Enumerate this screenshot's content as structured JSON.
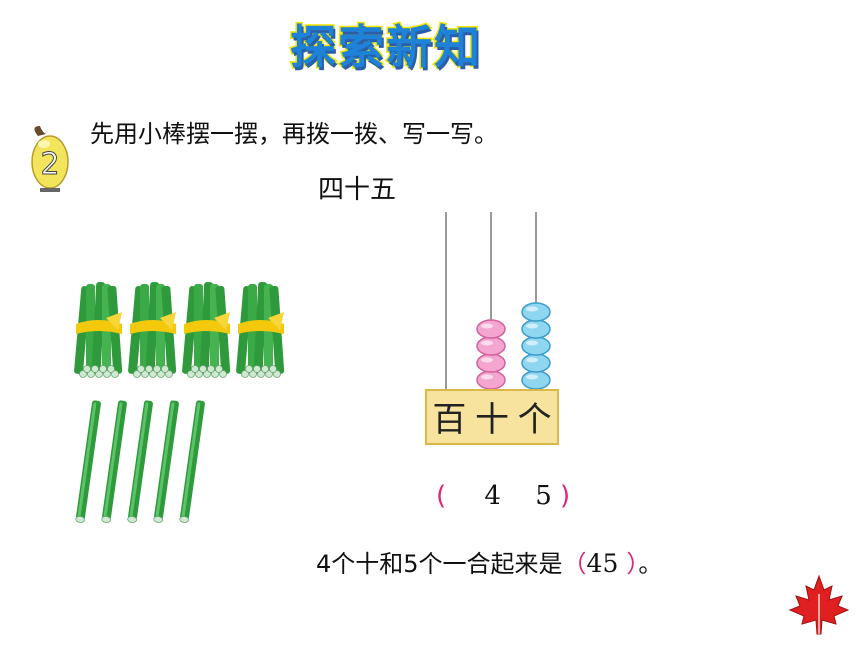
{
  "header": {
    "title": "探索新知"
  },
  "exercise": {
    "number": "2",
    "instruction": "先用小棒摆一摆，再拨一拨、写一写。",
    "number_word": "四十五"
  },
  "abacus": {
    "place_labels": [
      "百",
      "十",
      "个"
    ],
    "beads": {
      "hundreds": 0,
      "tens": 4,
      "ones": 5
    },
    "colors": {
      "tens": "#f4a6d0",
      "ones": "#8fd6f0",
      "frame": "#f7e39e"
    }
  },
  "answer": {
    "open_paren": "(",
    "tens_digit": "4",
    "ones_digit": "5",
    "close_paren": ")"
  },
  "sentence": {
    "prefix": "4个十和5个一合起来是",
    "open_paren": "（",
    "value": "45",
    "close_paren": "）",
    "suffix": "。"
  },
  "sticks": {
    "bundles_of_ten": 4,
    "single_sticks": 5,
    "stick_color": "#2f9a3b",
    "ribbon_color": "#f4c90c"
  },
  "colors": {
    "accent": "#e0267a",
    "title_blue": "#1e83d8",
    "title_yellow": "#f4e600"
  }
}
